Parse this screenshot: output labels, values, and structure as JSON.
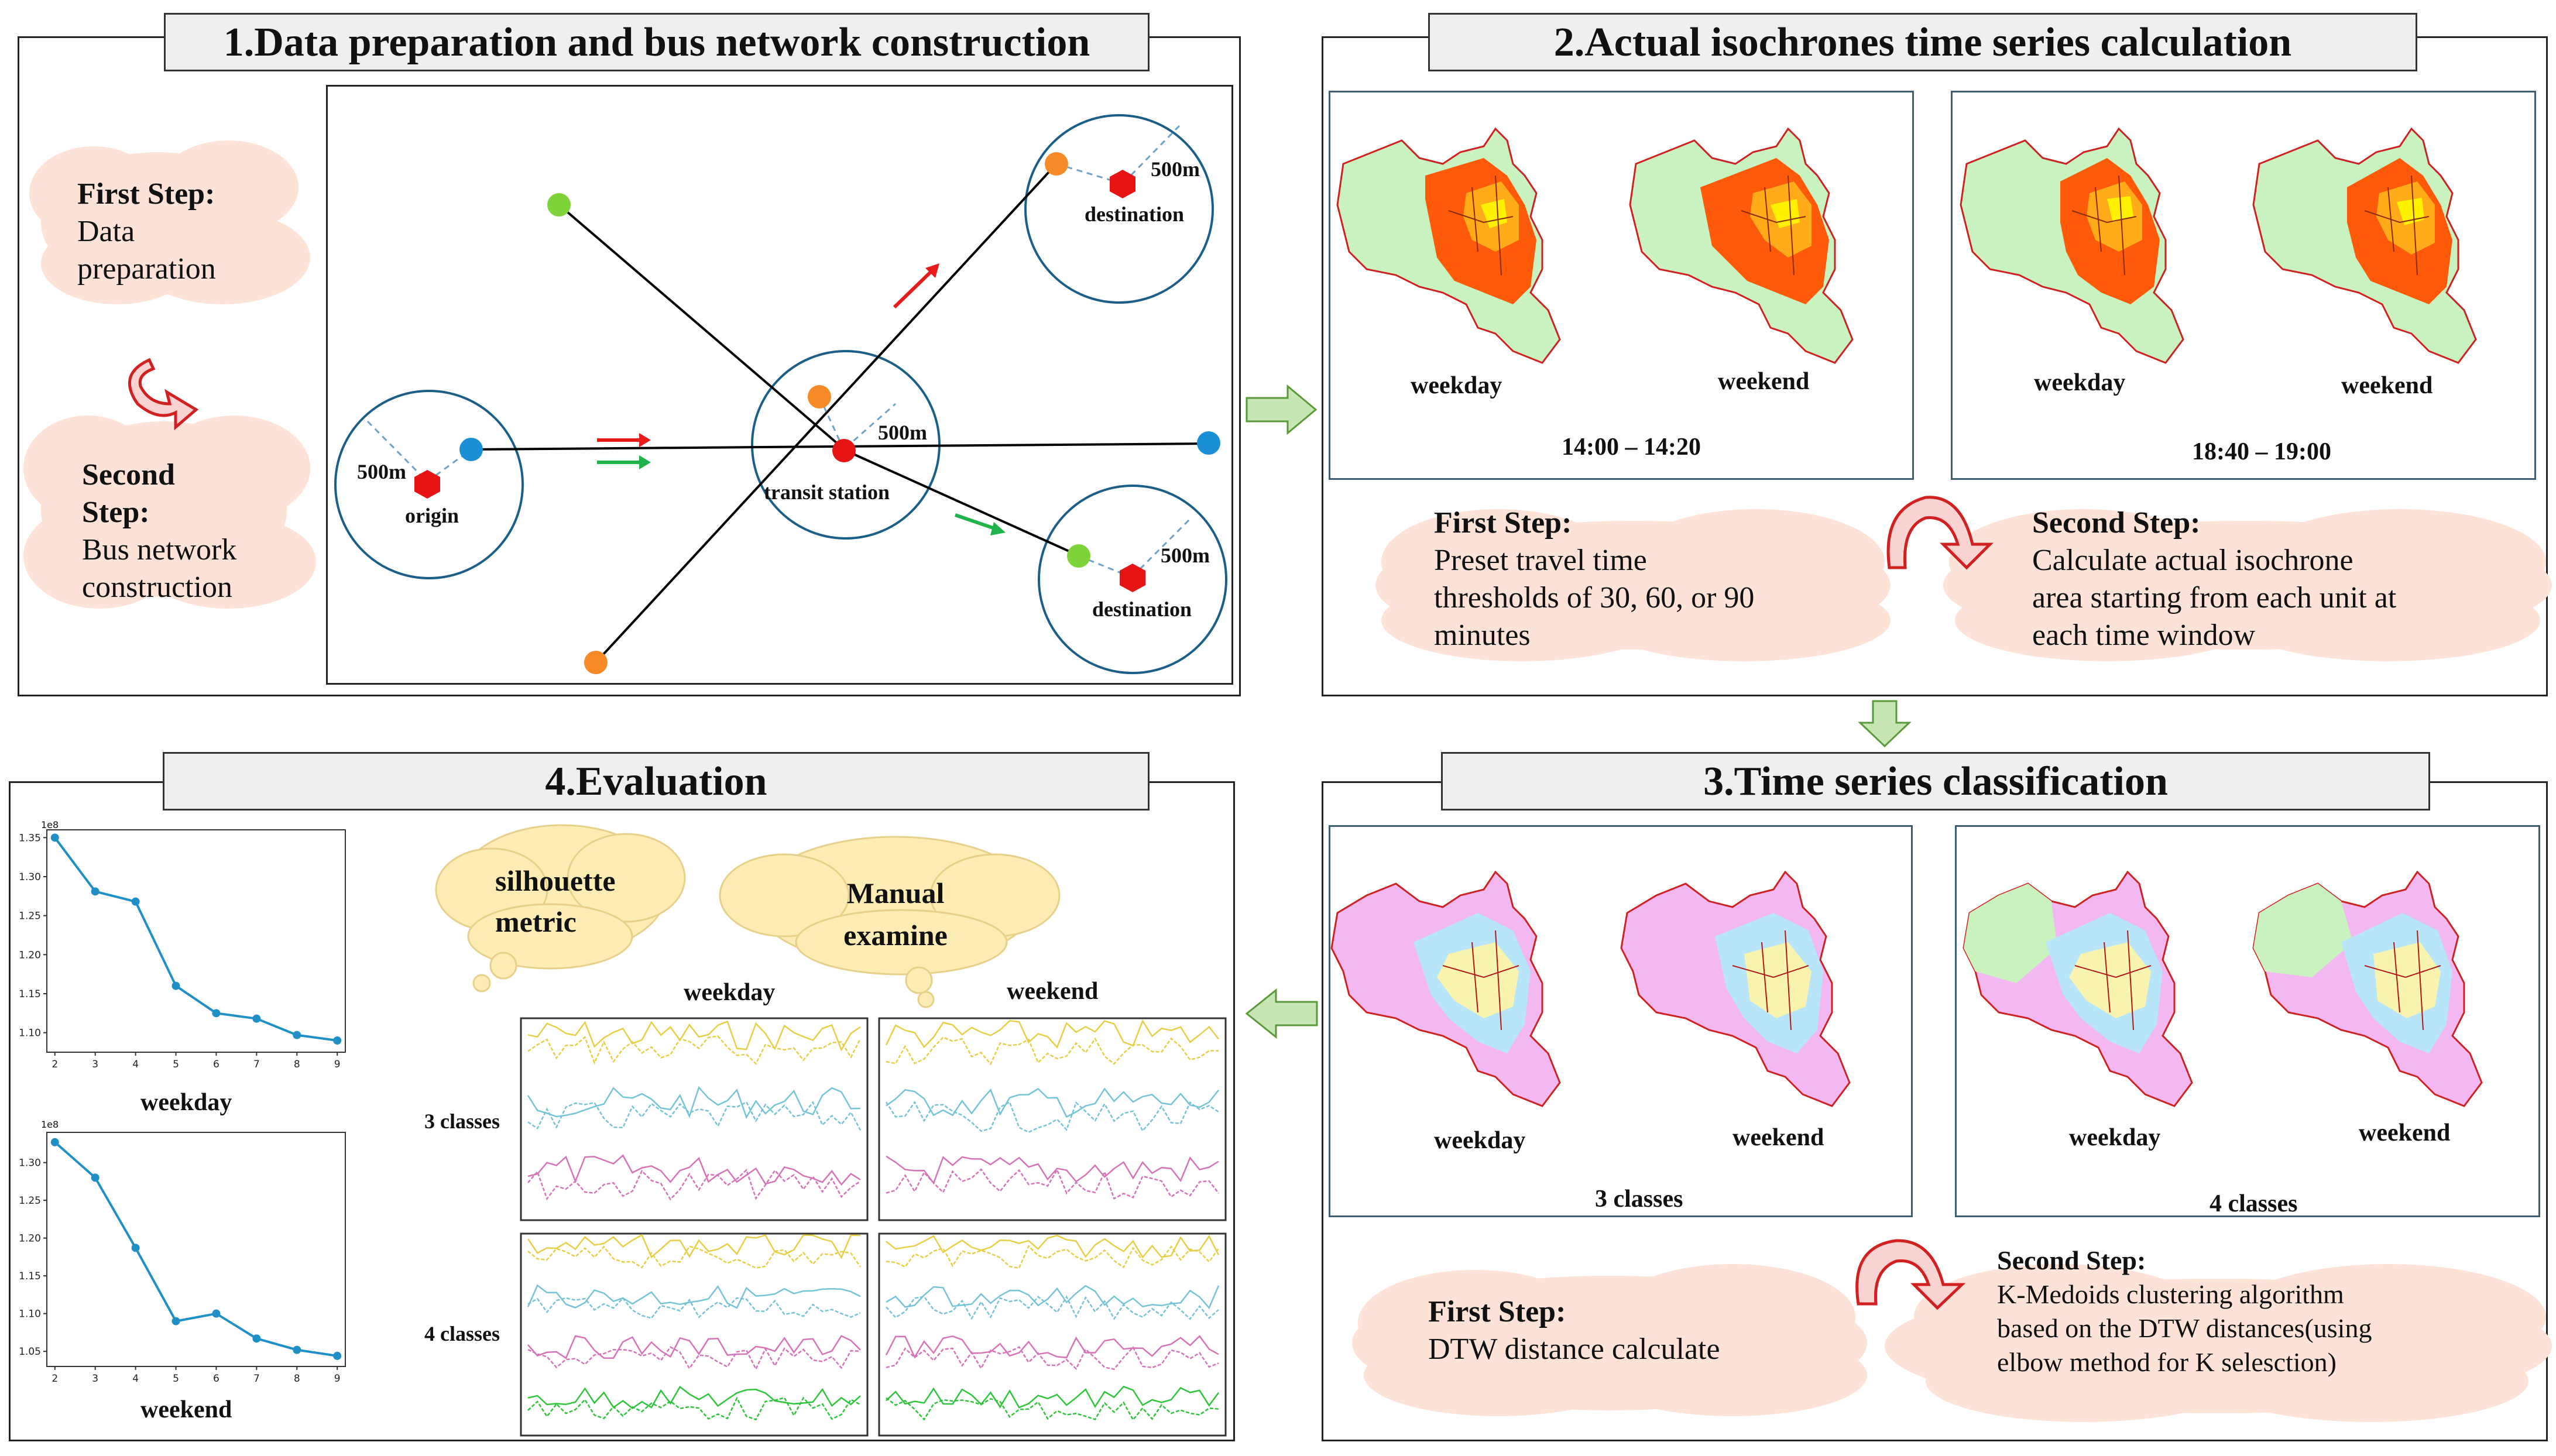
{
  "panels": {
    "p1": {
      "title": "1.Data preparation and bus network construction",
      "step1_title": "First Step:",
      "step1_text": "Data preparation",
      "step2_title": "Second Step:",
      "step2_text": "Bus network construction",
      "network": {
        "origin_label": "origin",
        "transit_label": "transit station",
        "destination_label": "destination",
        "radius_label": "500m"
      }
    },
    "p2": {
      "title": "2.Actual isochrones time series calculation",
      "weekday": "weekday",
      "weekend": "weekend",
      "window1": "14:00 – 14:20",
      "window2": "18:40 – 19:00",
      "step1_title": "First Step:",
      "step1_text": "Preset travel time thresholds of 30, 60, or 90 minutes",
      "step2_title": "Second Step:",
      "step2_text": "Calculate actual isochrone area starting from each unit at each time window"
    },
    "p3": {
      "title": "3.Time series classification",
      "weekday": "weekday",
      "weekend": "weekend",
      "classes3": "3 classes",
      "classes4": "4 classes",
      "step1_title": "First Step:",
      "step1_text": "DTW distance calculate",
      "step2_title": "Second Step:",
      "step2_text": "K-Medoids clustering algorithm based on the DTW distances(using elbow method for K selesction)"
    },
    "p4": {
      "title": "4.Evaluation",
      "cloud1": "silhouette metric",
      "cloud2": "Manual examine",
      "weekday": "weekday",
      "weekend": "weekend",
      "classes3": "3 classes",
      "classes4": "4 classes",
      "exponent_label": "1e8"
    }
  },
  "colors": {
    "cloud_pink": "#fde3d7",
    "cloud_yellow": "#fdedb5",
    "arrow_green": "#c7e6b4",
    "iso_green": "#c9f2c0",
    "iso_orange": "#ff5a0a",
    "cls_pink": "#f3b7f2",
    "cls_blue": "#b9e5f8",
    "cls_yellow": "#f8f4b0",
    "line_blue": "#1f8fc6"
  },
  "chart_data": [
    {
      "type": "line",
      "title": "",
      "xlabel": "weekday",
      "ylabel": "",
      "exponent": "1e8",
      "x": [
        2,
        3,
        4,
        5,
        6,
        7,
        8,
        9
      ],
      "series": [
        {
          "values": [
            1.35,
            1.281,
            1.268,
            1.16,
            1.125,
            1.118,
            1.097,
            1.09
          ]
        }
      ],
      "xlim": [
        1.8,
        9.2
      ],
      "ylim": [
        1.075,
        1.36
      ],
      "yticks": [
        1.1,
        1.15,
        1.2,
        1.25,
        1.3,
        1.35
      ]
    },
    {
      "type": "line",
      "title": "",
      "xlabel": "weekend",
      "ylabel": "",
      "exponent": "1e8",
      "x": [
        2,
        3,
        4,
        5,
        6,
        7,
        8,
        9
      ],
      "series": [
        {
          "values": [
            1.327,
            1.28,
            1.187,
            1.09,
            1.1,
            1.067,
            1.052,
            1.044
          ]
        }
      ],
      "xlim": [
        1.8,
        9.2
      ],
      "ylim": [
        1.03,
        1.34
      ],
      "yticks": [
        1.05,
        1.1,
        1.15,
        1.2,
        1.25,
        1.3
      ]
    }
  ]
}
